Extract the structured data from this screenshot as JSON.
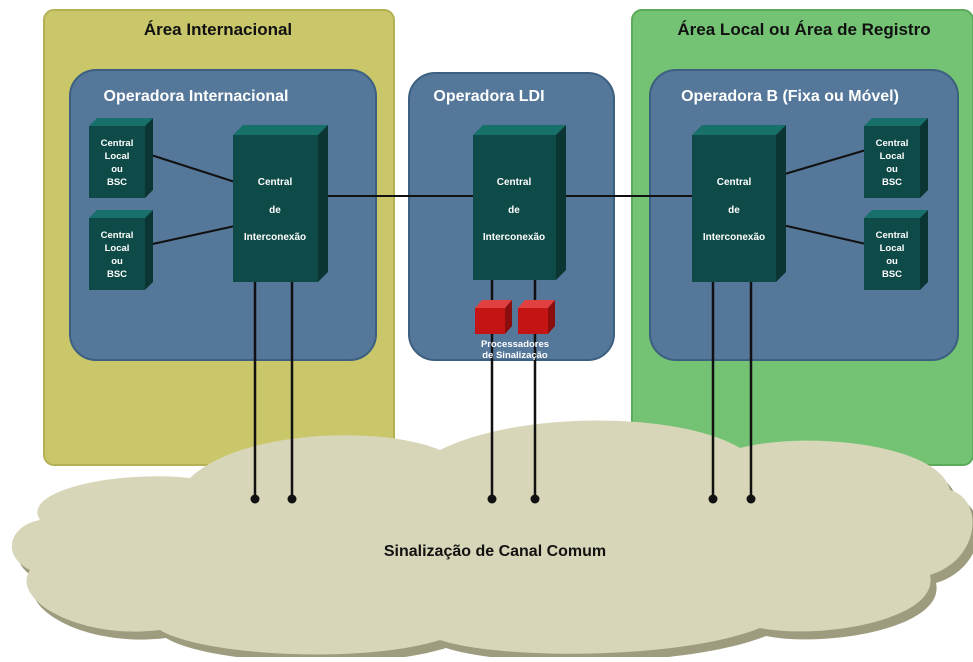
{
  "areas": {
    "international": "Área Internacional",
    "local": "Área Local ou Área de Registro"
  },
  "operators": {
    "international": "Operadora Internacional",
    "ldi": "Operadora LDI",
    "b": "Operadora B (Fixa ou Móvel)"
  },
  "interconnection_central": {
    "line1": "Central",
    "line2": "de",
    "line3": "Interconexão"
  },
  "local_central": {
    "line1": "Central",
    "line2": "Local",
    "line3": "ou",
    "line4": "BSC"
  },
  "signaling_processors": {
    "line1": "Processadores",
    "line2": "de Sinalização"
  },
  "network": {
    "label": "Sinalização de Canal Comum"
  },
  "colors": {
    "international_area": "#c9c76a",
    "local_area": "#74c374",
    "operator_box": "#55779a",
    "central_front": "#0e4a47",
    "central_side": "#0a3533",
    "central_top": "#17706a",
    "processor": "#c41414",
    "cloud": "#d8d6b8"
  }
}
